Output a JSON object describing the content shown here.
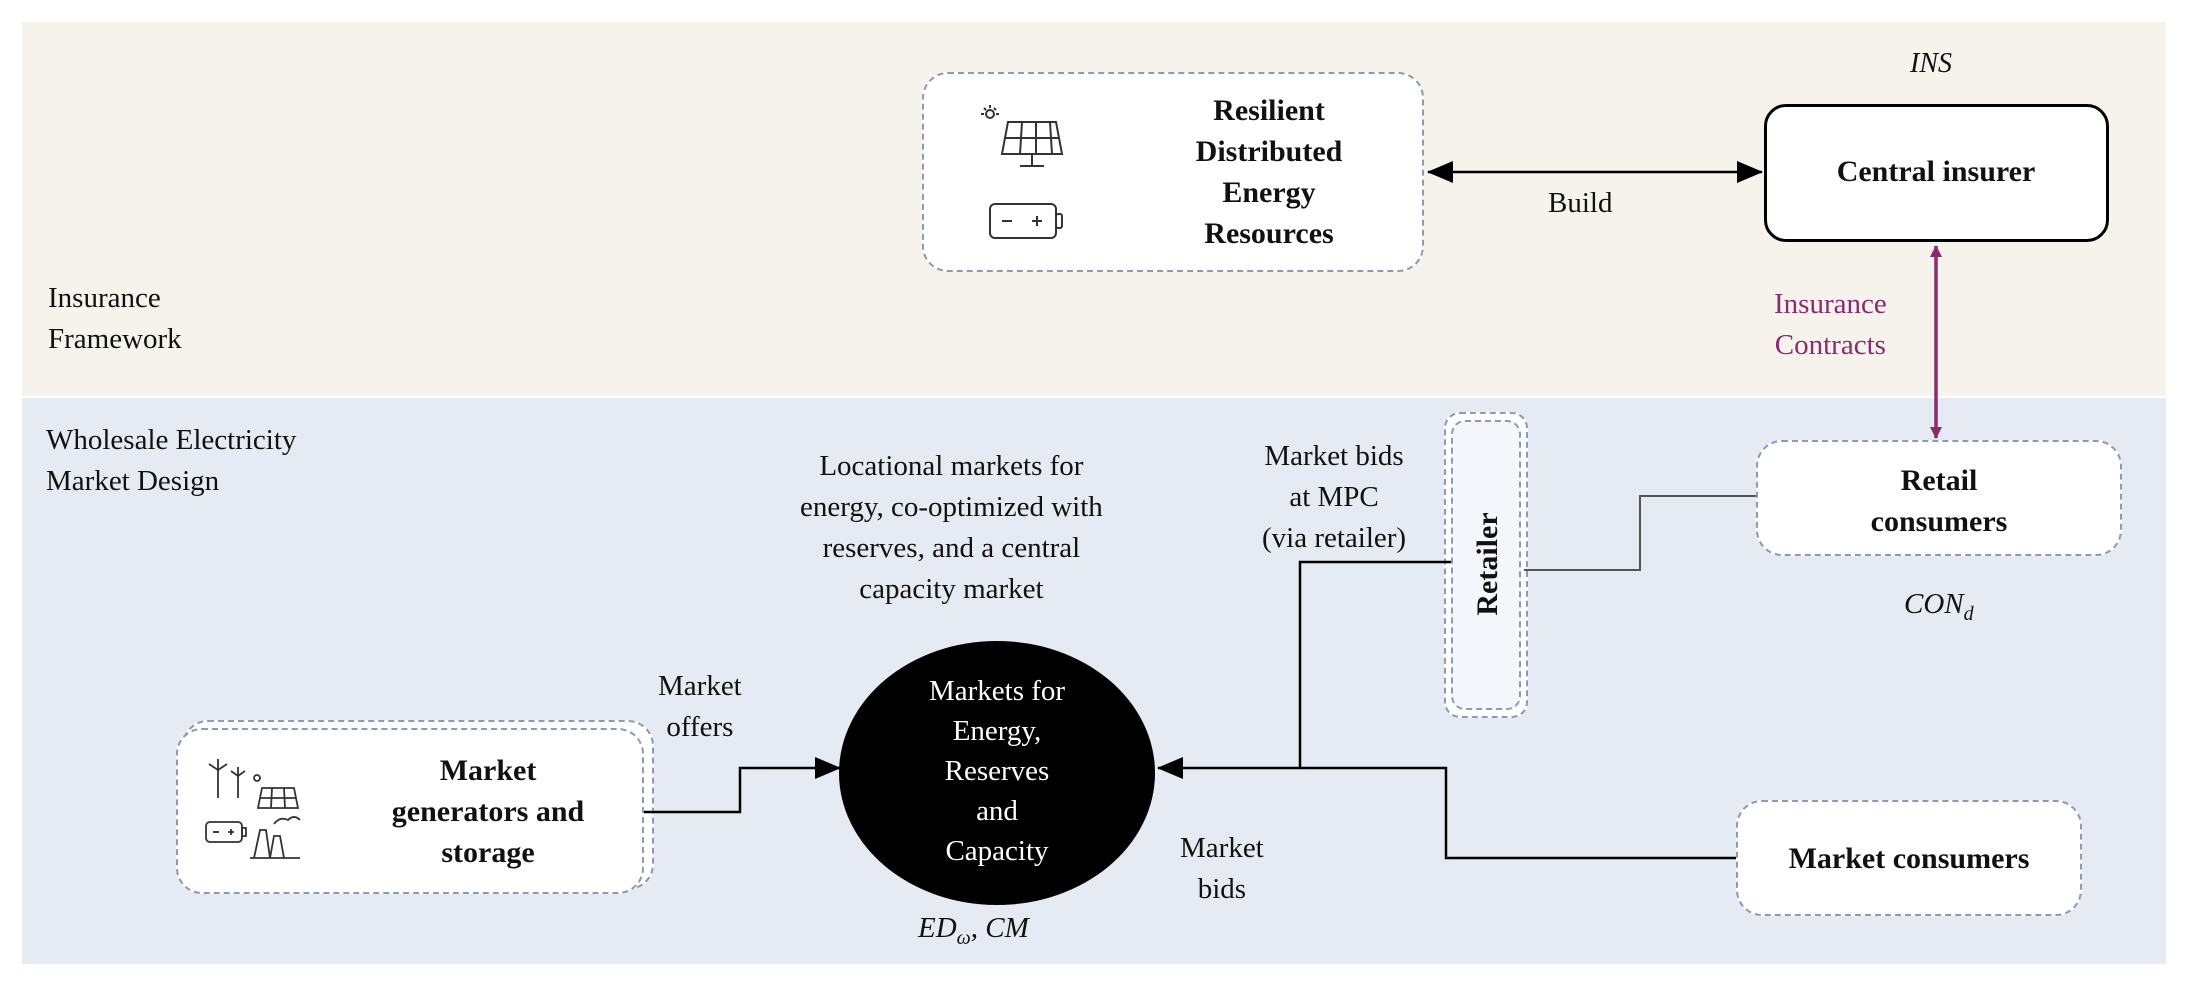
{
  "bands": {
    "insurance": "Insurance\nFramework",
    "wholesale": "Wholesale Electricity\nMarket Design"
  },
  "nodes": {
    "rder": "Resilient\nDistributed\nEnergy\nResources",
    "central_insurer": "Central insurer",
    "ins_label": "INS",
    "retail_consumers": "Retail\nconsumers",
    "con_label": "CON",
    "con_sub": "d",
    "retailer": "Retailer",
    "market_center": "Markets for\nEnergy,\nReserves\nand\nCapacity",
    "ed_label_main": "ED",
    "ed_label_sub": "ω",
    "ed_label_rest": ", CM",
    "generators": "Market\ngenerators and\nstorage",
    "market_consumers": "Market consumers"
  },
  "edges": {
    "build": "Build",
    "insurance_contracts": "Insurance\nContracts",
    "market_bids_mpc": "Market bids\nat MPC\n(via retailer)",
    "market_offers": "Market\noffers",
    "market_bids": "Market\nbids"
  },
  "annotation": "Locational markets for\nenergy, co-optimized with\nreserves, and a central\ncapacity market",
  "colors": {
    "insurance_band": "#f6f3ec",
    "wholesale_band": "#e6eaf2",
    "contract_arrow": "#8b2a6f",
    "dashed_border": "#8a9bb8"
  }
}
